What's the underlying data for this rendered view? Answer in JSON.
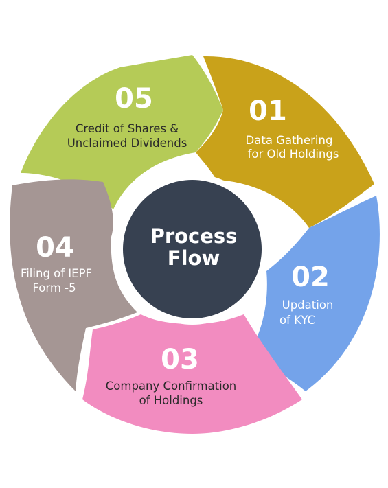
{
  "center": {
    "title_line1": "Process",
    "title_line2": "Flow",
    "color": "#374151"
  },
  "steps": [
    {
      "number": "01",
      "label_line1": "Data Gathering",
      "label_line2": "for Old Holdings",
      "color": "#c9a21a",
      "text_color": "#ffffff"
    },
    {
      "number": "02",
      "label_line1": "Updation",
      "label_line2": "of KYC",
      "color": "#74a3ea",
      "text_color": "#ffffff"
    },
    {
      "number": "03",
      "label_line1": "Company Confirmation",
      "label_line2": "of Holdings",
      "color": "#f28cc0",
      "text_color": "#2a2a2a"
    },
    {
      "number": "04",
      "label_line1": "Filing of IEPF",
      "label_line2": "Form -5",
      "color": "#a59694",
      "text_color": "#ffffff"
    },
    {
      "number": "05",
      "label_line1": "Credit of Shares &",
      "label_line2": "Unclaimed Dividends",
      "color": "#b5cb57",
      "text_color": "#2a2a2a"
    }
  ]
}
